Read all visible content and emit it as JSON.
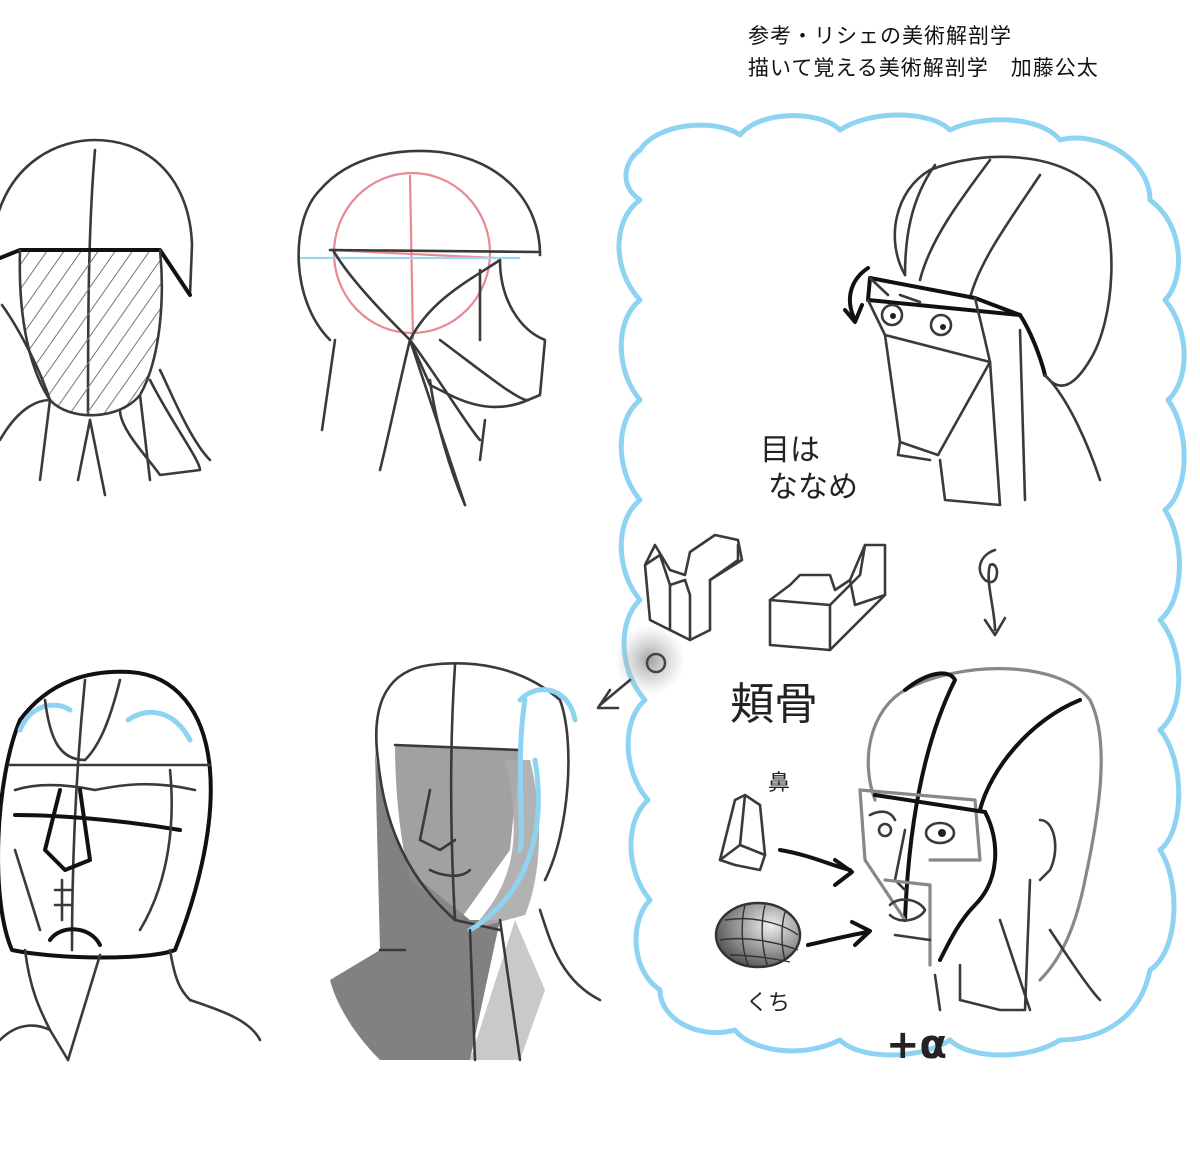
{
  "credits": {
    "line1": "参考・リシェの美術解剖学",
    "line2": "描いて覚える美術解剖学　加藤公太"
  },
  "notes": {
    "eyes_line1": "目は",
    "eyes_line2": "ななめ",
    "zygomatic": "頬骨",
    "nose": "鼻",
    "mouth": "くち",
    "plus_alpha": "+α"
  },
  "colors": {
    "outline": "#3a3a3a",
    "accent_blue": "#8fd3f2",
    "guide_pink": "#e88a93",
    "shadow_grey": "#6b6b6b"
  }
}
